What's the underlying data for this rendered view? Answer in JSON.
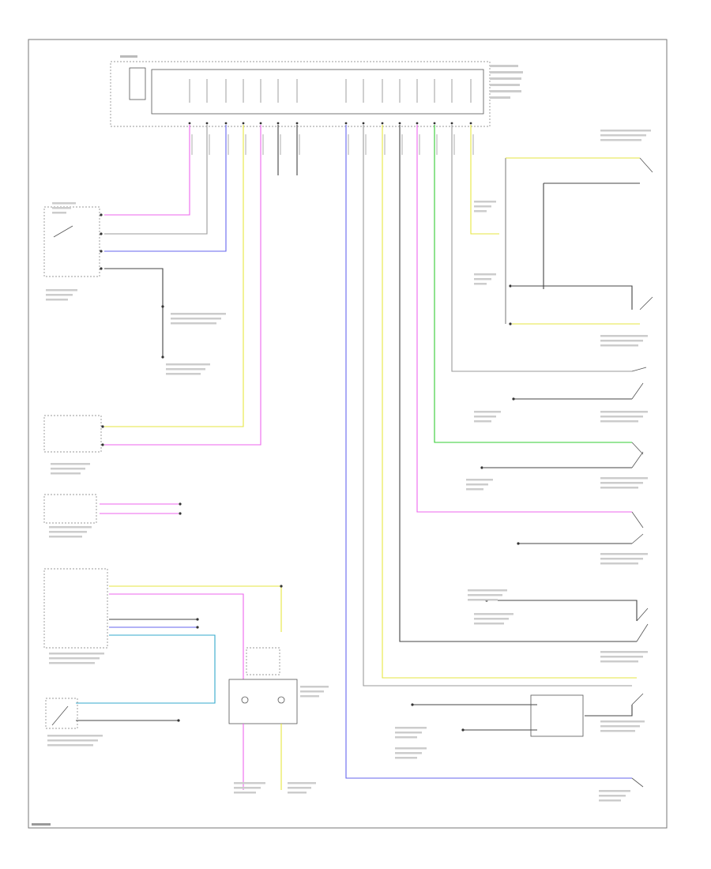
{
  "colors": {
    "border": "#555555",
    "wire_gray": "#9a9a9a",
    "wire_pink": "#ee66ee",
    "wire_blue": "#6666ee",
    "wire_yellow": "#e6e640",
    "wire_green": "#33cc33",
    "wire_black": "#444444",
    "wire_teal": "#33aacc"
  },
  "wires": [
    {
      "id": "w1",
      "color": "pink"
    },
    {
      "id": "w2",
      "color": "gray"
    },
    {
      "id": "w3",
      "color": "blue"
    },
    {
      "id": "w4",
      "color": "yellow"
    },
    {
      "id": "w5",
      "color": "pink"
    },
    {
      "id": "w6",
      "color": "black"
    },
    {
      "id": "w7",
      "color": "black"
    },
    {
      "id": "w8",
      "color": "blue"
    },
    {
      "id": "w9",
      "color": "gray"
    },
    {
      "id": "w10",
      "color": "yellow"
    },
    {
      "id": "w11",
      "color": "black"
    },
    {
      "id": "w12",
      "color": "pink"
    },
    {
      "id": "w13",
      "color": "green"
    },
    {
      "id": "w14",
      "color": "black"
    },
    {
      "id": "w15",
      "color": "yellow"
    }
  ]
}
